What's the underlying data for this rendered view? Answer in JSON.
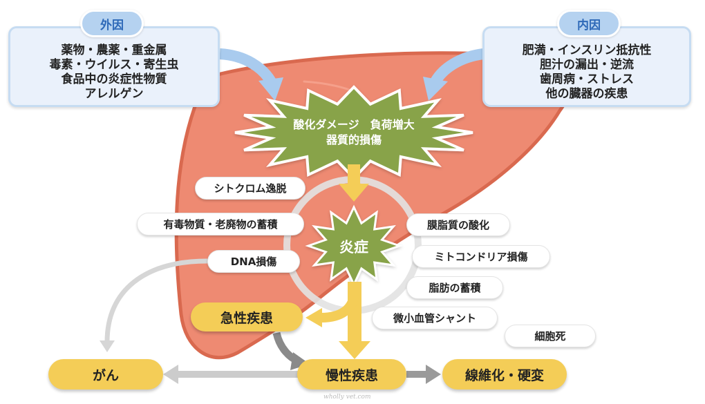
{
  "external": {
    "tag": "外因",
    "lines": [
      "薬物・農薬・重金属",
      "毒素・ウイルス・寄生虫",
      "食品中の炎症性物質",
      "アレルゲン"
    ]
  },
  "internal": {
    "tag": "内因",
    "lines": [
      "肥満・インスリン抵抗性",
      "胆汁の漏出・逆流",
      "歯周病・ストレス",
      "他の臓器の疾患"
    ]
  },
  "damage": {
    "line1": "酸化ダメージ　負荷増大",
    "line2": "器質的損傷"
  },
  "inflammation": "炎症",
  "left_factors": [
    "シトクロム逸脱",
    "有毒物質・老廃物の蓄積",
    "DNA損傷"
  ],
  "right_factors": [
    "膜脂質の酸化",
    "ミトコンドリア損傷",
    "脂肪の蓄積",
    "微小血管シャント",
    "細胞死"
  ],
  "outcomes": {
    "acute": "急性疾患",
    "cancer": "がん",
    "chronic": "慢性疾患",
    "fibrosis": "線維化・硬変"
  },
  "watermark": "wholly vet.com",
  "colors": {
    "liver": "#ee8a72",
    "liver_outline": "#d9694f",
    "burst": "#88a34a",
    "outcome": "#f4cd57",
    "arrow_yellow": "#f4cd57",
    "arrow_gray": "#c8c8c8",
    "cause_bg": "#eaf1fb",
    "cause_border": "#c6dcf2",
    "tag_bg": "#b5d2f0",
    "tag_text": "#2e69b8"
  }
}
